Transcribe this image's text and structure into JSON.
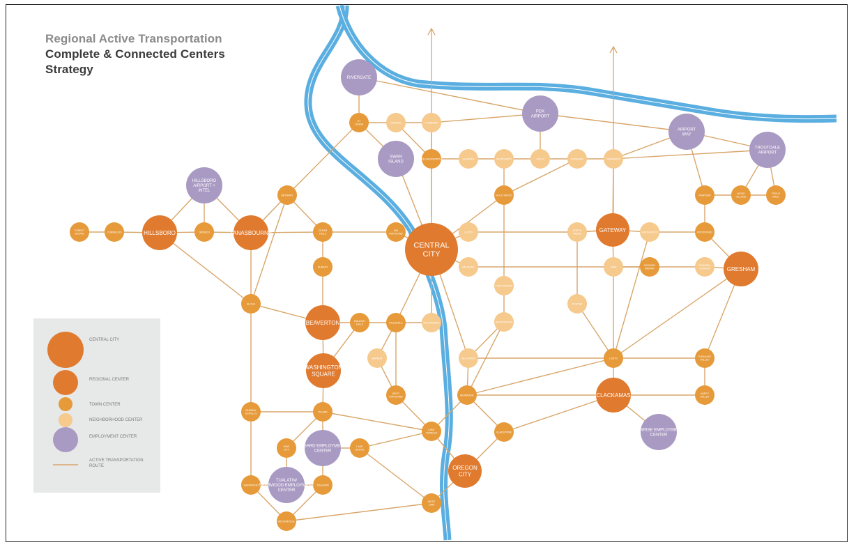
{
  "title": {
    "line1": "Regional Active Transportation",
    "line2": "Complete & Connected Centers",
    "line3": "Strategy"
  },
  "colors": {
    "central_city": "#e07a2e",
    "regional_center": "#e07a2e",
    "town_center": "#e69a3a",
    "neighborhood_center": "#f6c98d",
    "employment_center": "#a99ac3",
    "route": "#d8a66a",
    "river": "#5aaee0"
  },
  "legend": {
    "items": [
      {
        "kind": "central_city",
        "label": "CENTRAL CITY"
      },
      {
        "kind": "regional_center",
        "label": "REGIONAL CENTER"
      },
      {
        "kind": "town_center",
        "label": "TOWN CENTER"
      },
      {
        "kind": "neighborhood_center",
        "label": "NEIGHBORHOOD CENTER"
      },
      {
        "kind": "employment_center",
        "label": "EMPLOYMENT CENTER"
      },
      {
        "kind": "route",
        "label": "ACTIVE TRANSPORTATION ROUTE"
      }
    ]
  },
  "centers": [
    {
      "id": "central-city",
      "label": "CENTRAL CITY",
      "kind": "central_city"
    },
    {
      "id": "hillsboro",
      "label": "HILLSBORO",
      "kind": "regional_center"
    },
    {
      "id": "tanasbourne",
      "label": "TANASBOURNE",
      "kind": "regional_center"
    },
    {
      "id": "beaverton",
      "label": "BEAVERTON",
      "kind": "regional_center"
    },
    {
      "id": "washington-square",
      "label": "WASHINGTON SQUARE",
      "kind": "regional_center"
    },
    {
      "id": "gateway",
      "label": "GATEWAY",
      "kind": "regional_center"
    },
    {
      "id": "gresham",
      "label": "GRESHAM",
      "kind": "regional_center"
    },
    {
      "id": "clackamas",
      "label": "CLACKAMAS",
      "kind": "regional_center"
    },
    {
      "id": "oregon-city",
      "label": "OREGON CITY",
      "kind": "regional_center"
    },
    {
      "id": "forest-grove",
      "label": "FOREST GROVE",
      "kind": "town_center"
    },
    {
      "id": "cornelius",
      "label": "CORNELIUS",
      "kind": "town_center"
    },
    {
      "id": "orenco",
      "label": "ORENCO",
      "kind": "town_center"
    },
    {
      "id": "bethany",
      "label": "BETHANY",
      "kind": "town_center"
    },
    {
      "id": "cedar-hills",
      "label": "CEDAR HILLS",
      "kind": "town_center"
    },
    {
      "id": "sunset",
      "label": "SUNSET",
      "kind": "town_center"
    },
    {
      "id": "aloha",
      "label": "ALOHA",
      "kind": "town_center"
    },
    {
      "id": "raleigh-hills",
      "label": "RALEIGH HILLS",
      "kind": "town_center"
    },
    {
      "id": "hillsdale",
      "label": "HILLSDALE",
      "kind": "town_center"
    },
    {
      "id": "nw-portland",
      "label": "NW PORTLAND",
      "kind": "town_center"
    },
    {
      "id": "st-johns",
      "label": "ST JOHNS",
      "kind": "town_center"
    },
    {
      "id": "killingsworth",
      "label": "KILLINGSWORTH",
      "kind": "town_center"
    },
    {
      "id": "hollywood",
      "label": "HOLLYWOOD",
      "kind": "town_center"
    },
    {
      "id": "fairview",
      "label": "FAIRVIEW",
      "kind": "town_center"
    },
    {
      "id": "wood-village",
      "label": "WOOD VILLAGE",
      "kind": "town_center"
    },
    {
      "id": "troutdale",
      "label": "TROUT DALE",
      "kind": "town_center"
    },
    {
      "id": "rockwood",
      "label": "ROCKWOOD",
      "kind": "town_center"
    },
    {
      "id": "division-midway",
      "label": "DIVISION MIDWAY",
      "kind": "town_center"
    },
    {
      "id": "lents",
      "label": "LENTS",
      "kind": "town_center"
    },
    {
      "id": "pleasant-valley",
      "label": "PLEASANT VALLEY",
      "kind": "town_center"
    },
    {
      "id": "happy-valley",
      "label": "HAPPY VALLEY",
      "kind": "town_center"
    },
    {
      "id": "milwaukie",
      "label": "MILWAUKIE",
      "kind": "town_center"
    },
    {
      "id": "gladstone",
      "label": "GLADSTONE",
      "kind": "town_center"
    },
    {
      "id": "lake-oswego",
      "label": "LAKE OSWEGO",
      "kind": "town_center"
    },
    {
      "id": "west-portland",
      "label": "WEST PORTLAND",
      "kind": "town_center"
    },
    {
      "id": "tigard",
      "label": "TIGARD",
      "kind": "town_center"
    },
    {
      "id": "king-city",
      "label": "KING CITY",
      "kind": "town_center"
    },
    {
      "id": "lake-grove",
      "label": "LAKE GROVE",
      "kind": "town_center"
    },
    {
      "id": "tualatin",
      "label": "TUALATIN",
      "kind": "town_center"
    },
    {
      "id": "sherwood",
      "label": "SHERWOOD",
      "kind": "town_center"
    },
    {
      "id": "wilsonville",
      "label": "WILSONVILLE",
      "kind": "town_center"
    },
    {
      "id": "west-linn",
      "label": "WEST LINN",
      "kind": "town_center"
    },
    {
      "id": "murray-scholls",
      "label": "MURRAY SCHOLLS",
      "kind": "town_center"
    },
    {
      "id": "kenton",
      "label": "KENTON",
      "kind": "neighborhood_center"
    },
    {
      "id": "lombard",
      "label": "LOMBARD",
      "kind": "neighborhood_center"
    },
    {
      "id": "alberta",
      "label": "ALBERTA",
      "kind": "neighborhood_center"
    },
    {
      "id": "cully",
      "label": "CULLY",
      "kind": "neighborhood_center"
    },
    {
      "id": "roseway",
      "label": "ROSEWAY",
      "kind": "neighborhood_center"
    },
    {
      "id": "parkrose",
      "label": "PARKROSE",
      "kind": "neighborhood_center"
    },
    {
      "id": "mississippi",
      "label": "MISSISSIPPI",
      "kind": "neighborhood_center"
    },
    {
      "id": "lloyd",
      "label": "LLOYD",
      "kind": "neighborhood_center"
    },
    {
      "id": "north-tabor",
      "label": "NORTH TABOR",
      "kind": "neighborhood_center"
    },
    {
      "id": "belmont",
      "label": "BELMONT",
      "kind": "neighborhood_center"
    },
    {
      "id": "hawthorne",
      "label": "HAWTHORNE",
      "kind": "neighborhood_center"
    },
    {
      "id": "foster",
      "label": "FOSTER",
      "kind": "neighborhood_center"
    },
    {
      "id": "woodstock",
      "label": "WOODSTOCK",
      "kind": "neighborhood_center"
    },
    {
      "id": "sellwood",
      "label": "SELLWOOD",
      "kind": "neighborhood_center"
    },
    {
      "id": "multnomah",
      "label": "MULTNOMAH",
      "kind": "neighborhood_center"
    },
    {
      "id": "barbur",
      "label": "BARBUR",
      "kind": "neighborhood_center"
    },
    {
      "id": "jade",
      "label": "JADE",
      "kind": "neighborhood_center"
    },
    {
      "id": "hazelwood",
      "label": "HAZELWOOD",
      "kind": "neighborhood_center"
    },
    {
      "id": "division-center",
      "label": "DIVISION CENTER",
      "kind": "neighborhood_center"
    },
    {
      "id": "rivergate",
      "label": "RIVERGATE",
      "kind": "employment_center"
    },
    {
      "id": "swan-island",
      "label": "SWAN ISLAND",
      "kind": "employment_center"
    },
    {
      "id": "pdx-airport",
      "label": "PDX AIRPORT",
      "kind": "employment_center"
    },
    {
      "id": "airport-way",
      "label": "AIRPORT WAY",
      "kind": "employment_center"
    },
    {
      "id": "troutdale-airport",
      "label": "TROUTDALE AIRPORT",
      "kind": "employment_center"
    },
    {
      "id": "hillsboro-airport",
      "label": "HILLSBORO AIRPORT + INTEL",
      "kind": "employment_center"
    },
    {
      "id": "tigard-employment",
      "label": "TIGARD EMPLOYMENT CENTER",
      "kind": "employment_center"
    },
    {
      "id": "tualatin-sherwood",
      "label": "TUALATIN/ SHERWOOD EMPLOYMENT CENTER",
      "kind": "employment_center"
    },
    {
      "id": "sunrise-employment",
      "label": "SUNRISE EMPLOYMENT CENTER",
      "kind": "employment_center"
    }
  ]
}
